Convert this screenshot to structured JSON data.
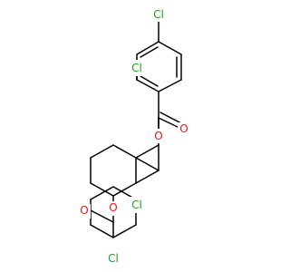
{
  "molecule": {
    "atoms": {
      "cl_top_para": {
        "symbol": "Cl"
      },
      "cl_top_ortho": {
        "symbol": "Cl"
      },
      "o_top_carbonyl": {
        "symbol": "O"
      },
      "o_top_ester": {
        "symbol": "O"
      },
      "o_bottom_ester": {
        "symbol": "O"
      },
      "o_bottom_carbonyl": {
        "symbol": "O"
      },
      "cl_bottom_ortho": {
        "symbol": "Cl"
      },
      "cl_bottom_para": {
        "symbol": "Cl"
      }
    },
    "colors": {
      "bond": "#000000",
      "chlorine": "#1fa01f",
      "oxygen": "#ff0d0d",
      "background": "#ffffff"
    }
  }
}
